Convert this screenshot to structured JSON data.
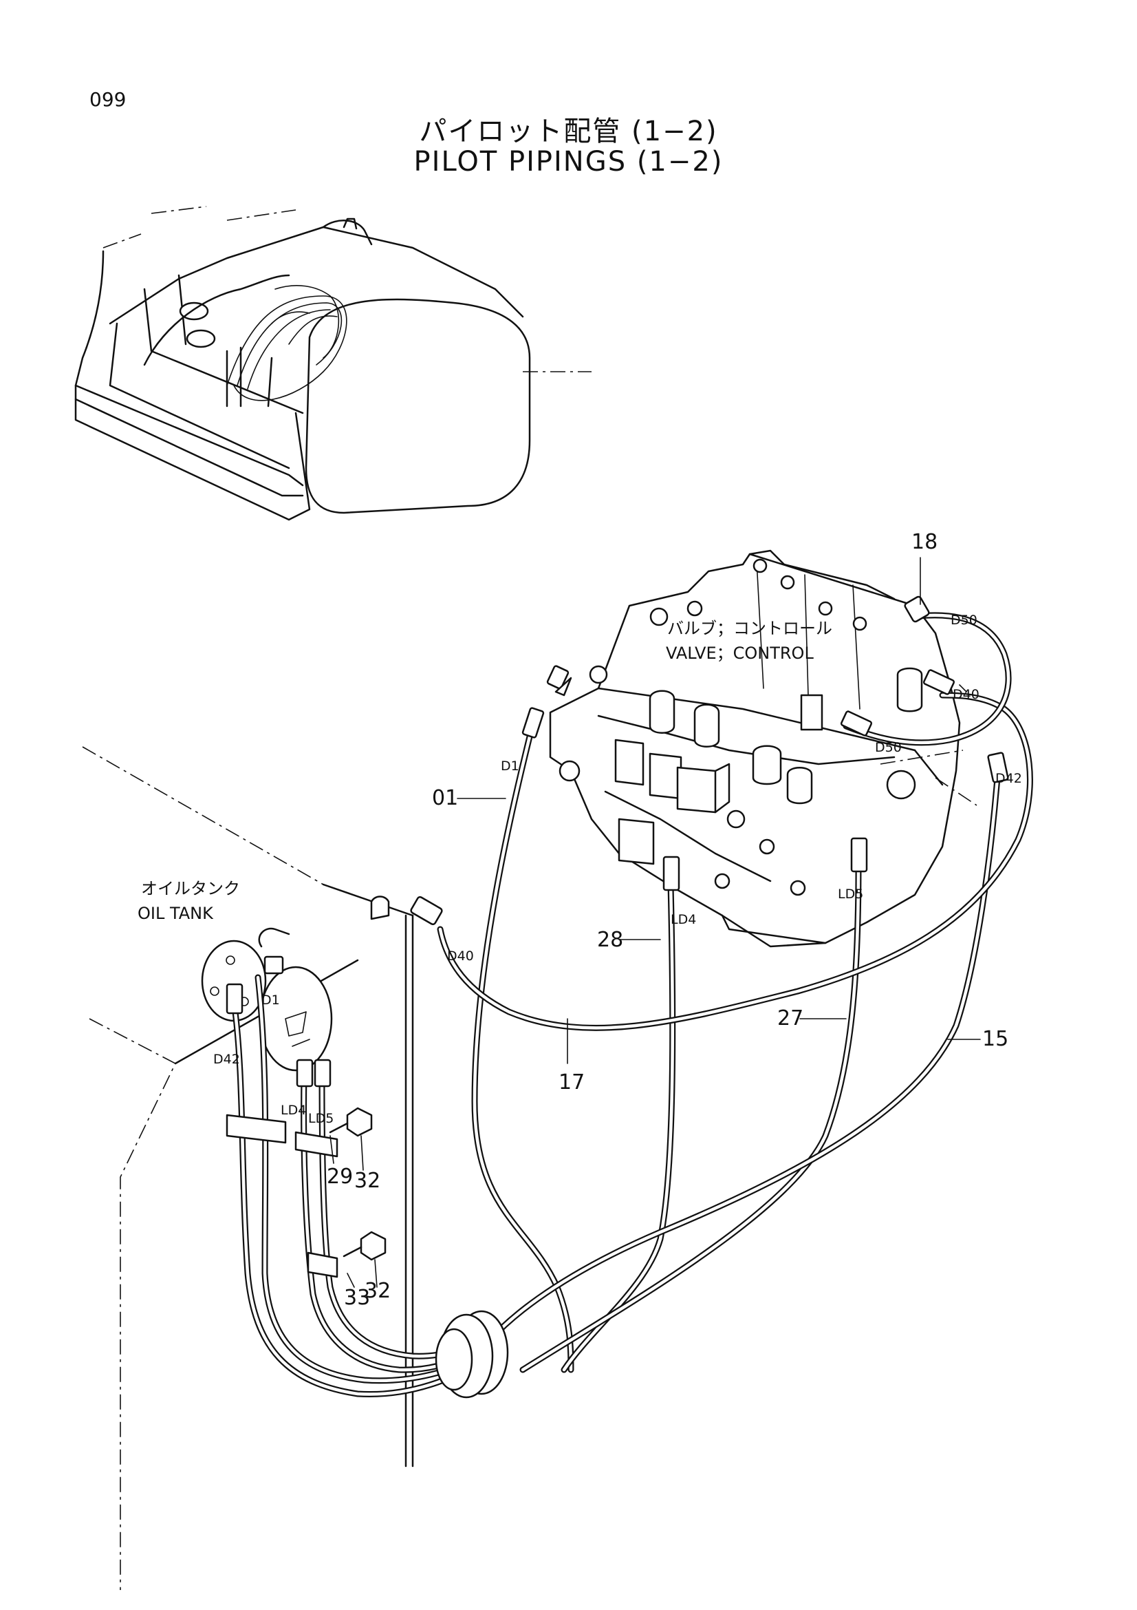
{
  "page": {
    "number": "099"
  },
  "title": {
    "japanese": "パイロット配管 (1−2)",
    "english": "PILOT PIPINGS (1−2)"
  },
  "components": {
    "control_valve": {
      "jp": "バルブ；コントロール",
      "en": "VALVE；CONTROL"
    },
    "oil_tank": {
      "jp": "オイルタンク",
      "en": "OIL TANK"
    }
  },
  "part_numbers": {
    "p01": "01",
    "p15": "15",
    "p17": "17",
    "p18": "18",
    "p27": "27",
    "p28": "28",
    "p29": "29",
    "p32a": "32",
    "p32b": "32",
    "p33": "33"
  },
  "ports": {
    "d1_valve": "D1",
    "d1_tank": "D1",
    "d40_valve": "D40",
    "d40_hose": "D40",
    "d50_top": "D50",
    "d50_mid": "D50",
    "d42_valve": "D42",
    "d42_tank": "D42",
    "ld4_valve": "LD4",
    "ld4_tank": "LD4",
    "ld5_valve": "LD5",
    "ld5_tank": "LD5"
  },
  "icons": [
    "excavator-overview-icon",
    "control-valve-icon",
    "oil-tank-icon",
    "grommet-icon",
    "clamp-icon",
    "bolt-icon",
    "hose-fitting-icon"
  ]
}
